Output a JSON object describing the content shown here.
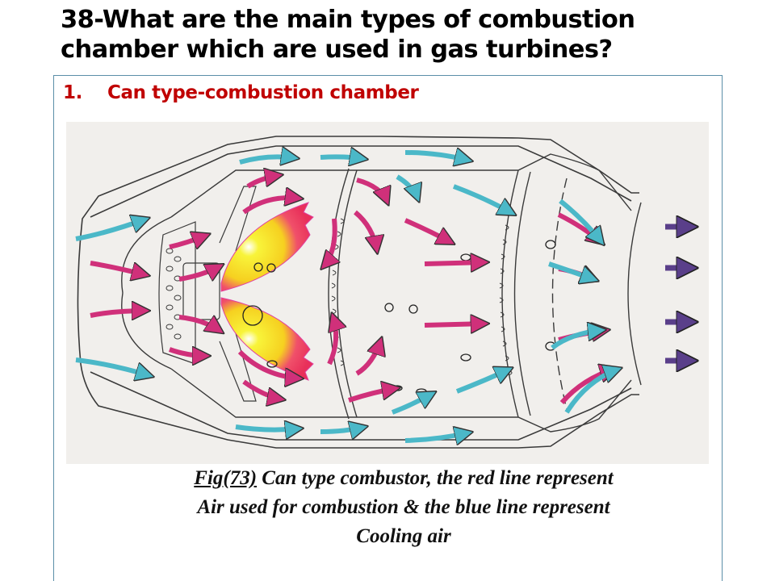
{
  "slide": {
    "title_line1": "38-What are the main types of combustion",
    "title_line2": "chamber which are used in gas turbines?"
  },
  "section": {
    "number": "1.",
    "heading": "Can type-combustion chamber"
  },
  "figure": {
    "description": "Cutaway diagram of a can type combustor showing air flow arrows",
    "legend": {
      "combustion_air_arrow_color": "#d0307a",
      "cooling_air_arrow_color": "#4bb8c8",
      "exhaust_arrow_color": "#5a3f8a",
      "flame_outer_color": "#ec3a5a",
      "flame_inner_color": "#f8ec2a"
    }
  },
  "caption": {
    "fig_ref": "Fig(73)",
    "line1_rest": " Can type combustor, the red line represent",
    "line2": "Air used for combustion & the blue line represent",
    "line3": "Cooling air"
  },
  "colors": {
    "title": "#000000",
    "heading": "#c00000",
    "box_border": "#5b8fa8",
    "figure_bg": "#f1efec"
  }
}
